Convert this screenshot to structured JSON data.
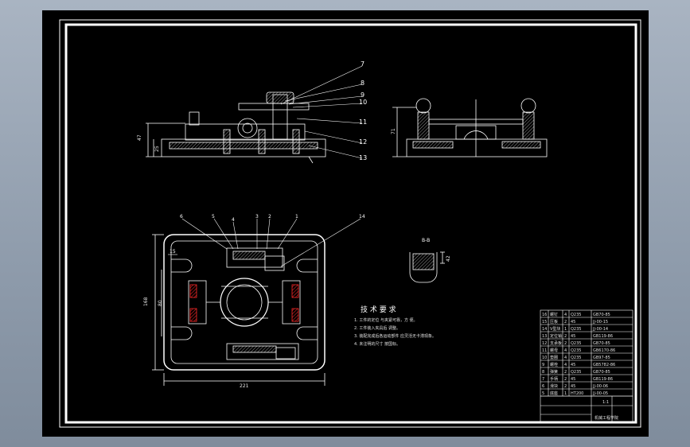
{
  "drawing": {
    "colors": {
      "background": "#000000",
      "frame": "#ffffff",
      "hatch": "#ff2a2a",
      "app_bg": "#9aa6b5"
    },
    "front_view": {
      "leaders": [
        "7",
        "8",
        "9",
        "10",
        "11",
        "12",
        "13"
      ],
      "dims": {
        "height": "47",
        "base": "25"
      }
    },
    "side_view": {
      "dims": {
        "height": "71"
      }
    },
    "top_view": {
      "leaders": [
        "6",
        "5",
        "4",
        "3",
        "2",
        "1",
        "14",
        "15"
      ],
      "dims": {
        "width": "221",
        "height": "168",
        "inner": "80"
      }
    },
    "section": {
      "label": "B-B",
      "dim": "42"
    },
    "tech_req": {
      "title": "技 术 要 求",
      "items": [
        "1. 工件的定位  与夹紧可靠，方 便。",
        "2. 工件装入夹具后  调整。",
        "3. 装配完成后各运动部件  应灵活无卡滞现象。",
        "4. 未注明的尺寸  按国标。"
      ]
    },
    "title_block": {
      "rows": [
        [
          "16",
          "螺钉",
          "4",
          "Q235",
          "GB70-85"
        ],
        [
          "15",
          "压板",
          "2",
          "45",
          "JJ-00-15"
        ],
        [
          "14",
          "V型块",
          "1",
          "Q235",
          "JJ-00-14"
        ],
        [
          "13",
          "定位销",
          "2",
          "45",
          "GB119-86"
        ],
        [
          "12",
          "支承板",
          "2",
          "Q235",
          "GB70-85"
        ],
        [
          "11",
          "螺母",
          "4",
          "Q235",
          "GB6170-86"
        ],
        [
          "10",
          "垫圈",
          "4",
          "Q235",
          "GB97-85"
        ],
        [
          "9",
          "螺栓",
          "4",
          "45",
          "GB5782-86"
        ],
        [
          "8",
          "弹簧",
          "2",
          "Q235",
          "GB70-85"
        ],
        [
          "7",
          "手柄",
          "2",
          "45",
          "GB119-86"
        ],
        [
          "6",
          "滑块",
          "2",
          "45",
          "JJ-00-06"
        ],
        [
          "5",
          "底座",
          "1",
          "HT200",
          "JJ-00-05"
        ]
      ],
      "scale": "1:1",
      "school": "机械工程学院"
    }
  }
}
